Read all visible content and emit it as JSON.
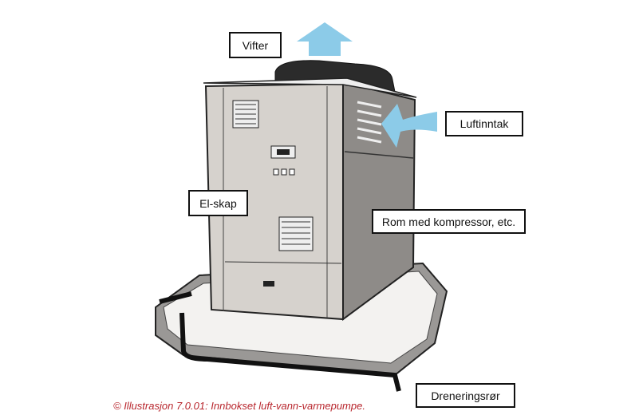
{
  "labels": {
    "fans": "Vifter",
    "air_intake": "Luftinntak",
    "electrical_cabinet": "El-skap",
    "compressor_room": "Rom med kompressor, etc.",
    "drain_pipe": "Dreneringsrør"
  },
  "caption": "© Illustrasjon 7.0.01: Innbokset luft-vann-varmepumpe.",
  "colors": {
    "airflow": "#8ccbe8",
    "caption": "#b8262d",
    "cabinet": "#d6d2cd",
    "fan": "#2b2b2b"
  }
}
